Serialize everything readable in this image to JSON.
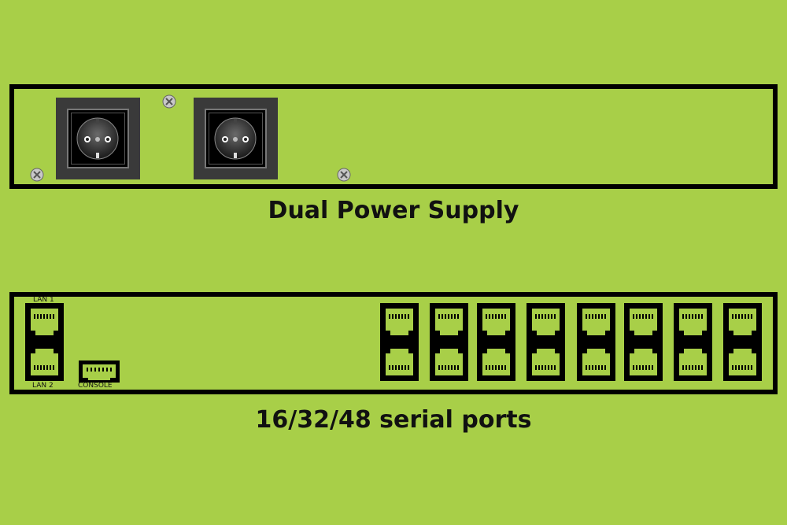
{
  "power_supply": {
    "caption": "Dual Power Supply",
    "outlet_count": 2,
    "icons": [
      "power-outlet-icon",
      "screw-icon"
    ]
  },
  "serial": {
    "caption": "16/32/48 serial ports",
    "lan1_label": "LAN 1",
    "lan2_label": "LAN 2",
    "console_label": "CONSOLE",
    "serial_stack_count": 8,
    "icons": [
      "rj45-port-icon",
      "console-port-icon"
    ]
  },
  "colors": {
    "background": "#a8cf48",
    "frame": "#000000",
    "outlet_body": "#3a3a3a"
  }
}
